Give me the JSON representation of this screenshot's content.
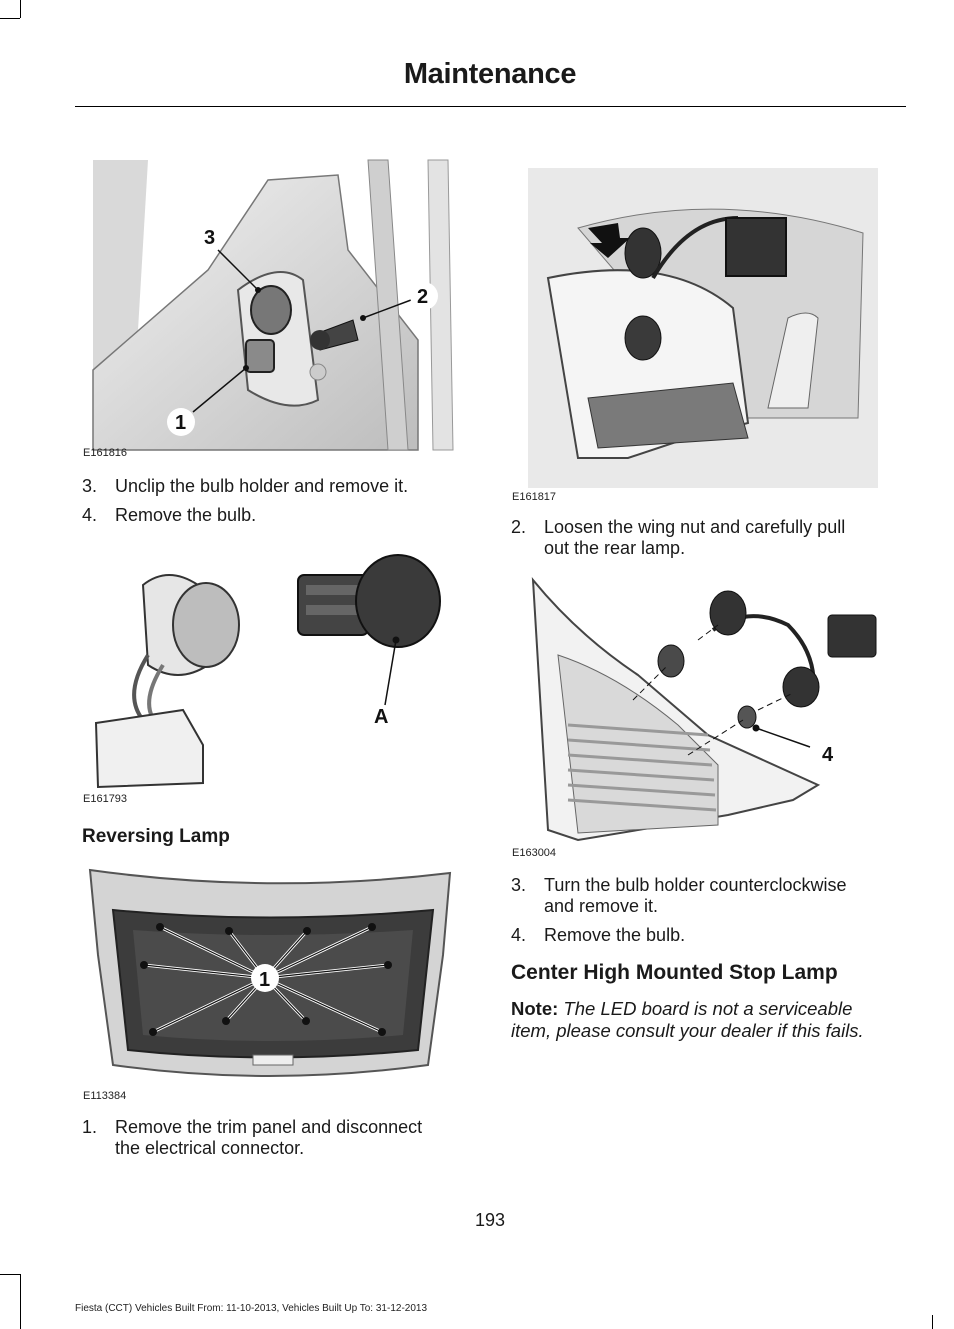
{
  "header": {
    "title": "Maintenance"
  },
  "figures": {
    "fig1": {
      "id": "E161816",
      "callouts": [
        "3",
        "2",
        "1"
      ]
    },
    "fig2": {
      "id": "E161793",
      "callouts": [
        "A"
      ]
    },
    "fig3": {
      "id": "E113384",
      "callouts": [
        "1"
      ]
    },
    "fig4": {
      "id": "E161817"
    },
    "fig5": {
      "id": "E163004",
      "callouts": [
        "4"
      ]
    }
  },
  "left_steps_a": [
    {
      "num": "3.",
      "text": "Unclip the bulb holder and remove it."
    },
    {
      "num": "4.",
      "text": "Remove the bulb."
    }
  ],
  "section_reversing": "Reversing Lamp",
  "left_steps_b": [
    {
      "num": "1.",
      "text": "Remove the trim panel and disconnect",
      "text2": "the electrical connector."
    }
  ],
  "right_steps_a": [
    {
      "num": "2.",
      "text": "Loosen the wing nut and carefully pull",
      "text2": "out the rear lamp."
    }
  ],
  "right_steps_b": [
    {
      "num": "3.",
      "text": "Turn the bulb holder counterclockwise",
      "text2": "and remove it."
    },
    {
      "num": "4.",
      "text": "Remove the bulb."
    }
  ],
  "section_chmsl": "Center High Mounted Stop Lamp",
  "note": {
    "label": "Note:",
    "line1": "The LED board is not a serviceable",
    "line2": "item, please consult your dealer if this fails."
  },
  "page_number": "193",
  "footer": "Fiesta (CCT) Vehicles Built From: 11-10-2013, Vehicles Built Up To: 31-12-2013"
}
